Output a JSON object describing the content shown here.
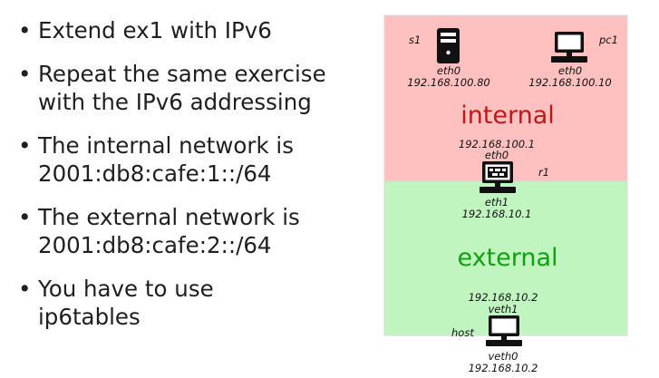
{
  "bullets": [
    "Extend ex1 with IPv6",
    "Repeat the same exercise\nwith the IPv6 addressing",
    "The internal network is\n2001:db8:cafe:1::/64",
    "The external network is\n2001:db8:cafe:2::/64",
    "You have to use\nip6tables"
  ],
  "bullet_glyph": "•",
  "networks": {
    "internal": {
      "label": "internal",
      "color": "#ffc0c0",
      "text_color": "#c01818"
    },
    "external": {
      "label": "external",
      "color": "#c0f5c0",
      "text_color": "#10a010"
    }
  },
  "nodes": {
    "s1": {
      "name": "s1",
      "iface": "eth0",
      "ip": "192.168.100.80",
      "icon": "server-icon"
    },
    "pc1": {
      "name": "pc1",
      "iface": "eth0",
      "ip": "192.168.100.10",
      "icon": "computer-icon"
    },
    "r1": {
      "name": "r1",
      "icon": "firewall-router-icon",
      "top_ip": "192.168.100.1",
      "top_iface": "eth0",
      "bottom_iface": "eth1",
      "bottom_ip": "192.168.10.1"
    },
    "host": {
      "name": "host",
      "icon": "computer-icon",
      "top_ip": "192.168.10.2",
      "top_iface": "veth1",
      "bottom_iface": "veth0",
      "bottom_ip": "192.168.10.2"
    }
  }
}
